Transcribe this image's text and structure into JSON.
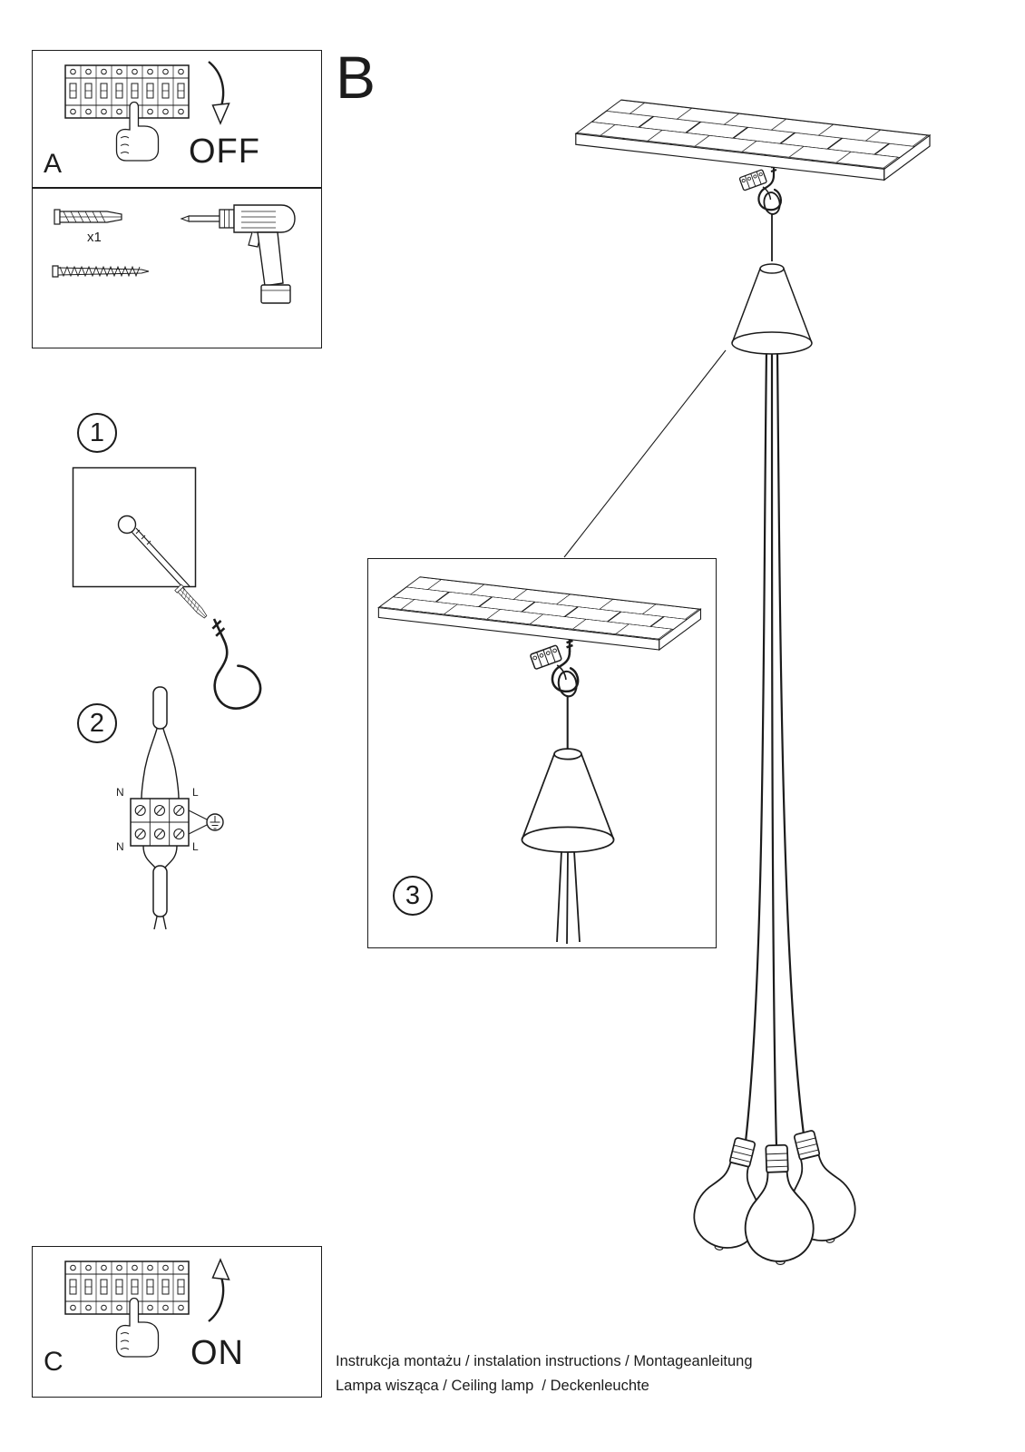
{
  "document": {
    "background": "#ffffff",
    "line_color": "#1c1c1c"
  },
  "panel_a": {
    "label": "A",
    "breaker_state": "OFF",
    "art": [
      "circuit-breaker-panel",
      "pointing-hand",
      "curved-arrow-down"
    ]
  },
  "tools_box": {
    "anchor_quantity": "x1",
    "art": [
      "wall-plug-anchor",
      "mounting-screw",
      "cordless-drill"
    ]
  },
  "main_view": {
    "label": "B",
    "art": [
      "ceiling-slab",
      "ceiling-hook",
      "wire-connector",
      "suspension-loop",
      "canopy-cone",
      "pendant-cables",
      "bulb-sockets",
      "light-bulbs"
    ]
  },
  "step1": {
    "number": "1",
    "art": [
      "wall-panel-with-drilled-hole",
      "drill-bit",
      "wall-plug-anchor",
      "hook-screw"
    ]
  },
  "step2": {
    "number": "2",
    "terminal_labels": {
      "top_left": "N",
      "top_right": "L",
      "bottom_left": "N",
      "bottom_right": "L"
    },
    "art": [
      "power-cable",
      "terminal-block",
      "earth-symbol"
    ]
  },
  "step3": {
    "number": "3",
    "art": [
      "ceiling-slab",
      "ceiling-hook",
      "wire-connector",
      "canopy-cone",
      "pendant-cables"
    ]
  },
  "panel_c": {
    "label": "C",
    "breaker_state": "ON",
    "art": [
      "circuit-breaker-panel",
      "pointing-hand",
      "curved-arrow-up"
    ]
  },
  "footer": {
    "line1": "Instrukcja montażu / instalation instructions / Montageanleitung",
    "line2": "Lampa wisząca / Ceiling lamp  / Deckenleuchte"
  }
}
